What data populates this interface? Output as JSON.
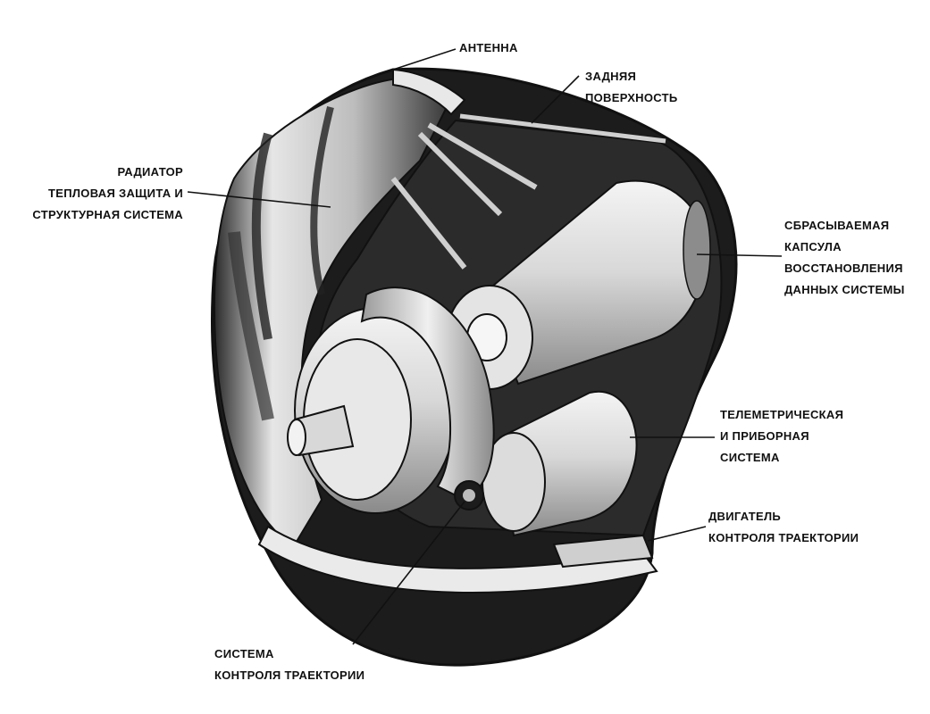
{
  "labels": {
    "antenna": [
      "АНТЕННА"
    ],
    "rear_surface": [
      "ЗАДНЯЯ",
      "ПОВЕРХНОСТЬ"
    ],
    "radiator": [
      "РАДИАТОР",
      "ТЕПЛОВАЯ ЗАЩИТА И",
      "СТРУКТУРНАЯ СИСТЕМА"
    ],
    "capsule": [
      "СБРАСЫВАЕМАЯ",
      "КАПСУЛА",
      "ВОССТАНОВЛЕНИЯ",
      "ДАННЫХ СИСТЕМЫ"
    ],
    "telemetry": [
      "ТЕЛЕМЕТРИЧЕСКАЯ",
      "И ПРИБОРНАЯ",
      "СИСТЕМА"
    ],
    "engine": [
      "ДВИГАТЕЛЬ",
      "КОНТРОЛЯ ТРАЕКТОРИИ"
    ],
    "trajectory_system": [
      "СИСТЕМА",
      "КОНТРОЛЯ ТРАЕКТОРИИ"
    ]
  },
  "colors": {
    "ink": "#111111",
    "shell_dark": "#1a1a1a",
    "shell_light": "#f2f2f2",
    "paper": "#ffffff"
  }
}
